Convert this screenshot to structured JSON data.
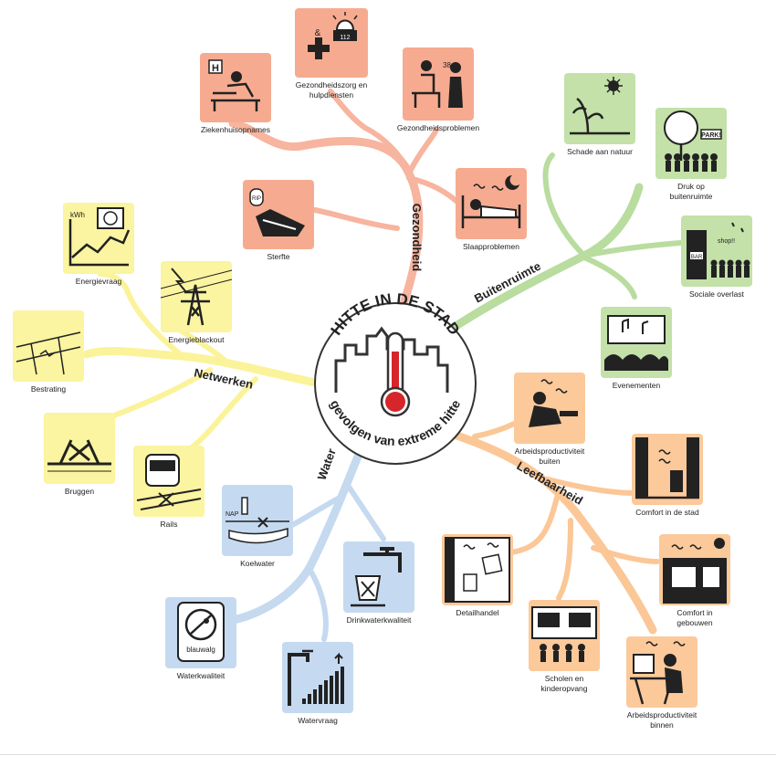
{
  "center": {
    "title": "HITTE IN DE STAD",
    "subtitle": "gevolgen van extreme hitte"
  },
  "colors": {
    "gezondheid": "#f7b49e",
    "buitenruimte": "#b9dc9f",
    "netwerken": "#fbf39a",
    "water": "#c5d9ef",
    "leefbaarheid": "#fbc797",
    "gezondheid_tile": "#f6ab90",
    "buitenruimte_tile": "#c3e1a8",
    "netwerken_tile": "#fbf4a0",
    "water_tile": "#c5daf0",
    "leefbaarheid_tile": "#fcc99a",
    "thermo_red": "#d6262b"
  },
  "branches": {
    "gezondheid": "Gezondheid",
    "buitenruimte": "Buitenruimte",
    "netwerken": "Netwerken",
    "water": "Water",
    "leefbaarheid": "Leefbaarheid"
  },
  "tiles": [
    {
      "label": [
        "Ziekenhuisopnames"
      ],
      "icon": "hospital-bed-icon",
      "cat": "gezondheid"
    },
    {
      "label": [
        "Gezondheidszorg en",
        "hulpdiensten"
      ],
      "icon": "first-aid-siren-icon",
      "cat": "gezondheid"
    },
    {
      "label": [
        "Gezondheidsproblemen"
      ],
      "icon": "doctor-patient-icon",
      "cat": "gezondheid"
    },
    {
      "label": [
        "Sterfte"
      ],
      "icon": "coffin-icon",
      "cat": "gezondheid"
    },
    {
      "label": [
        "Slaapproblemen"
      ],
      "icon": "bed-moon-icon",
      "cat": "gezondheid"
    },
    {
      "label": [
        "Schade aan natuur"
      ],
      "icon": "wilted-plant-icon",
      "cat": "buitenruimte"
    },
    {
      "label": [
        "Druk op",
        "buitenruimte"
      ],
      "icon": "crowded-park-icon",
      "cat": "buitenruimte"
    },
    {
      "label": [
        "Sociale overlast"
      ],
      "icon": "noisy-bar-icon",
      "cat": "buitenruimte"
    },
    {
      "label": [
        "Evenementen"
      ],
      "icon": "concert-crowd-icon",
      "cat": "buitenruimte"
    },
    {
      "label": [
        "Energievraag"
      ],
      "icon": "airco-graph-icon",
      "cat": "netwerken"
    },
    {
      "label": [
        "Energieblackout"
      ],
      "icon": "power-pylon-icon",
      "cat": "netwerken"
    },
    {
      "label": [
        "Bestrating"
      ],
      "icon": "cracked-pavement-icon",
      "cat": "netwerken"
    },
    {
      "label": [
        "Bruggen"
      ],
      "icon": "stuck-bridge-icon",
      "cat": "netwerken"
    },
    {
      "label": [
        "Rails"
      ],
      "icon": "train-rails-icon",
      "cat": "netwerken"
    },
    {
      "label": [
        "Koelwater"
      ],
      "icon": "cooling-water-icon",
      "cat": "water"
    },
    {
      "label": [
        "Drinkwaterkwaliteit"
      ],
      "icon": "tap-glass-icon",
      "cat": "water"
    },
    {
      "label": [
        "Waterkwaliteit"
      ],
      "icon": "no-swimming-sign-icon",
      "cat": "water"
    },
    {
      "label": [
        "Watervraag"
      ],
      "icon": "tap-demand-icon",
      "cat": "water"
    },
    {
      "label": [
        "Arbeidsproductiviteit",
        "buiten"
      ],
      "icon": "outdoor-worker-icon",
      "cat": "leefbaarheid"
    },
    {
      "label": [
        "Comfort in de stad"
      ],
      "icon": "hot-street-icon",
      "cat": "leefbaarheid"
    },
    {
      "label": [
        "Detailhandel"
      ],
      "icon": "hot-shop-icon",
      "cat": "leefbaarheid"
    },
    {
      "label": [
        "Comfort in",
        "gebouwen"
      ],
      "icon": "hot-building-icon",
      "cat": "leefbaarheid"
    },
    {
      "label": [
        "Scholen en",
        "kinderopvang"
      ],
      "icon": "school-children-icon",
      "cat": "leefbaarheid"
    },
    {
      "label": [
        "Arbeidsproductiviteit",
        "binnen"
      ],
      "icon": "indoor-worker-icon",
      "cat": "leefbaarheid"
    }
  ],
  "icon_text": {
    "hospital": "H",
    "ampersand": "&",
    "emergency": "112",
    "fever": "38+",
    "rip": "RIP",
    "park": "PARK!",
    "shout": "shop!!",
    "bar": "BAR",
    "kwh": "kWh",
    "nap": "NAP",
    "blauwalg": "blauwalg"
  }
}
